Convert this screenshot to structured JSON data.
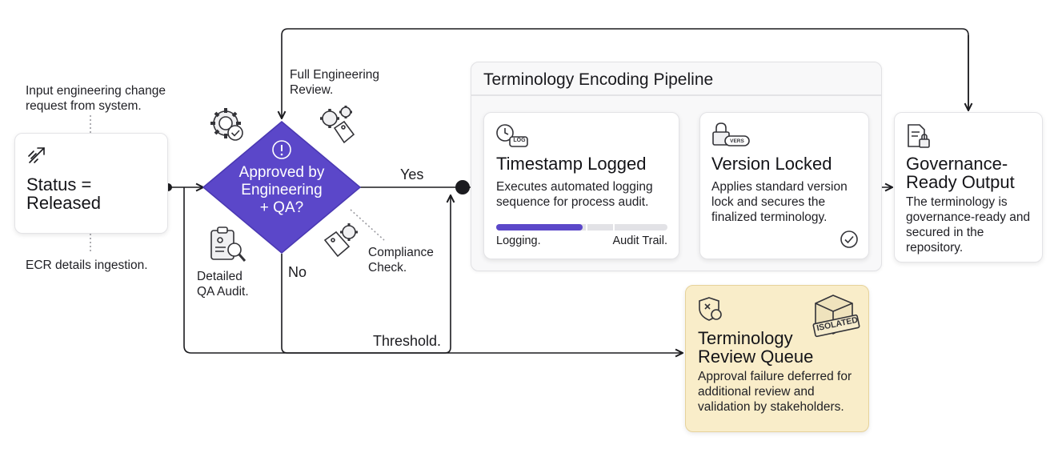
{
  "input": {
    "title": "Status =\nReleased",
    "note_top": "Input engineering change\nrequest from system.",
    "note_bottom": "ECR details ingestion."
  },
  "decision": {
    "label": "Approved by\nEngineering\n+ QA?",
    "yes_label": "Yes",
    "no_label": "No",
    "full_review": "Full Engineering\nReview.",
    "qa_audit": "Detailed\nQA Audit.",
    "compliance": "Compliance\nCheck.",
    "threshold": "Threshold."
  },
  "pipeline": {
    "title": "Terminology Encoding Pipeline",
    "timestamp": {
      "title": "Timestamp Logged",
      "body": "Executes automated logging\nsequence for process audit.",
      "icon_badge": "LOG",
      "progress_left": "Logging.",
      "progress_right": "Audit Trail."
    },
    "version": {
      "title": "Version Locked",
      "body": "Applies standard version\nlock and secures the\nfinalized terminology.",
      "icon_badge": "VERS"
    }
  },
  "output": {
    "title": "Governance-\nReady Output",
    "body": "The terminology is\ngovernance-ready and\nsecured in the\nrepository."
  },
  "review_queue": {
    "title": "Terminology\nReview Queue",
    "body": "Approval failure deferred for\nadditional review and\nvalidation by stakeholders.",
    "stamp": "ISOLATED"
  },
  "colors": {
    "decision": "#5b47c9",
    "review_fill": "#f9edc9",
    "line": "#1b1b1f"
  }
}
